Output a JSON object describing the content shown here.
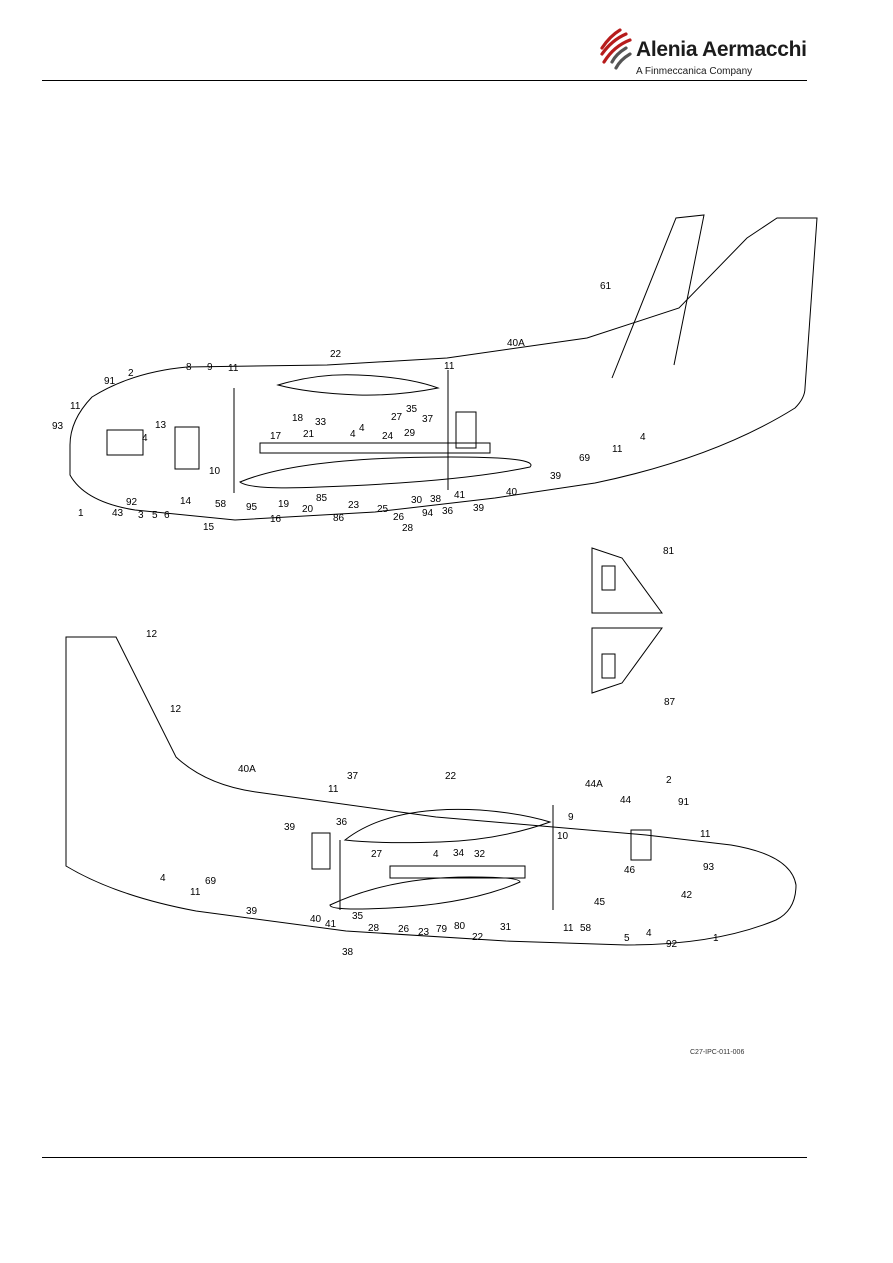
{
  "header": {
    "brand_name": "Alenia Aermacchi",
    "brand_tagline": "A Finmeccanica Company",
    "logo_colors": {
      "stripes": "#b71c1c",
      "text": "#1c1c1c"
    }
  },
  "figure": {
    "drawing_code": "C27-IPC-011-006",
    "upper_view_callouts": [
      "61",
      "40A",
      "22",
      "8",
      "9",
      "11",
      "91",
      "2",
      "11",
      "93",
      "13",
      "4",
      "10",
      "15",
      "58",
      "14",
      "6",
      "5",
      "3",
      "92",
      "43",
      "1",
      "18",
      "33",
      "21",
      "17",
      "4",
      "4",
      "24",
      "85",
      "86",
      "23",
      "95",
      "16",
      "19",
      "20",
      "27",
      "35",
      "37",
      "29",
      "30",
      "94",
      "25",
      "26",
      "28",
      "36",
      "38",
      "41",
      "39",
      "40",
      "39",
      "69",
      "11",
      "4",
      "11"
    ],
    "detail_callouts": [
      "81",
      "87"
    ],
    "lower_view_callouts": [
      "12",
      "12",
      "40A",
      "37",
      "22",
      "11",
      "39",
      "36",
      "4",
      "11",
      "69",
      "39",
      "40",
      "41",
      "35",
      "38",
      "27",
      "28",
      "26",
      "23",
      "4",
      "34",
      "32",
      "79",
      "80",
      "22",
      "31",
      "44A",
      "44",
      "9",
      "10",
      "46",
      "45",
      "11",
      "58",
      "2",
      "91",
      "11",
      "93",
      "42",
      "92",
      "4",
      "5",
      "1"
    ]
  }
}
